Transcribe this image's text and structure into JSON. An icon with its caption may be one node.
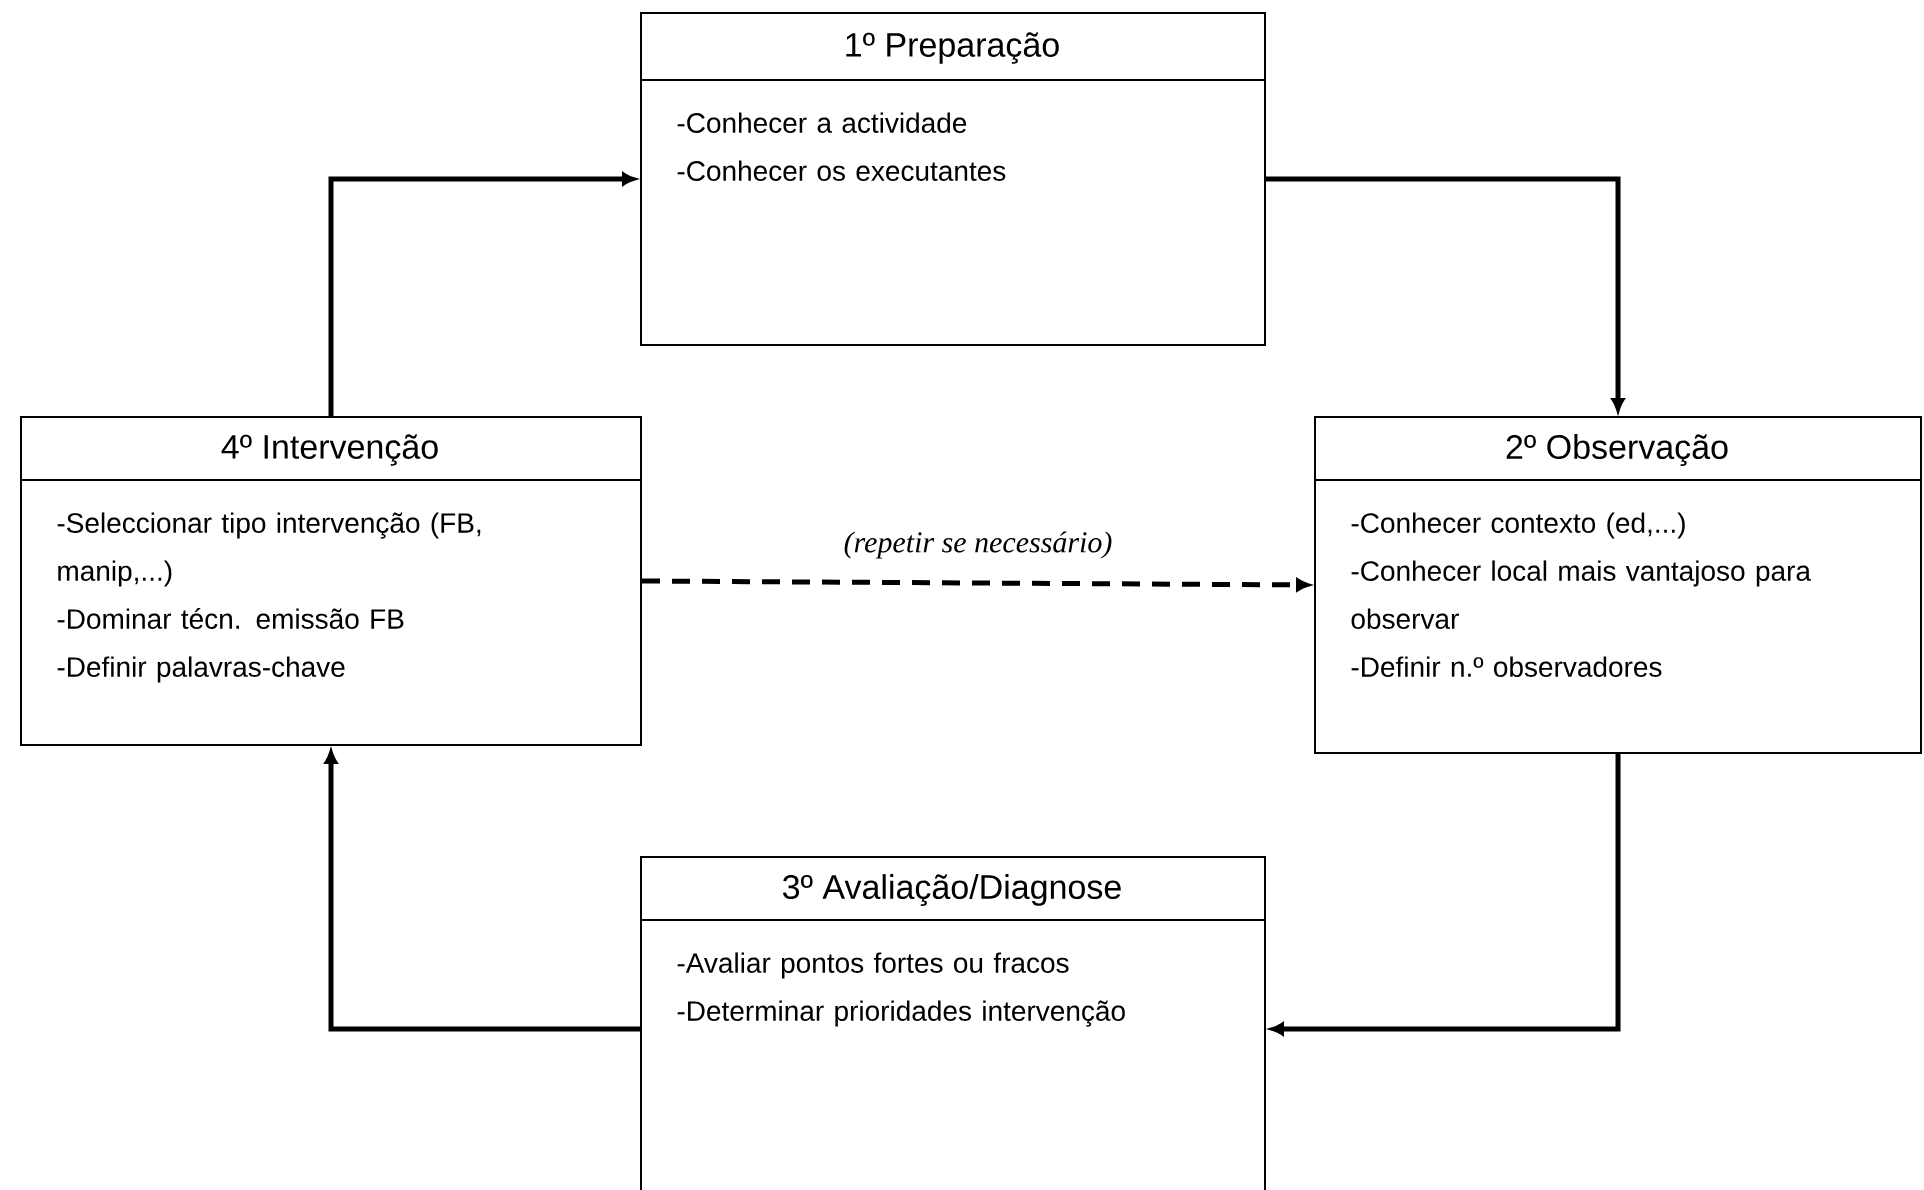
{
  "diagram": {
    "nodes": [
      {
        "text": [
          "1º Preparação",
          "-Conhecer a actividade",
          "-Conhecer os executantes"
        ]
      },
      {
        "text": [
          "2º Observação",
          "-Conhecer contexto (ed,...)",
          "-Conhecer local mais vantajoso para observar",
          "-Definir n.º observadores"
        ]
      },
      {
        "text": [
          "3º Avaliação/Diagnose",
          "-Avaliar pontos fortes ou fracos",
          "-Determinar prioridades intervenção"
        ]
      },
      {
        "text": [
          "4º Intervenção",
          "-Seleccionar tipo intervenção (FB, manip,...)",
          "-Dominar técn. emissão FB",
          "-Definir palavras-chave"
        ]
      }
    ],
    "edges": [
      {
        "from": 0,
        "to": 1,
        "arrow": "to"
      },
      {
        "from": 1,
        "to": 2,
        "arrow": "to"
      },
      {
        "from": 2,
        "to": 3,
        "arrow": "to"
      },
      {
        "from": 3,
        "to": 0,
        "arrow": "to"
      },
      {
        "from": 3,
        "to": 1,
        "arrow": "to",
        "style": "dashed",
        "label": "(repetir se necessário)"
      }
    ]
  }
}
